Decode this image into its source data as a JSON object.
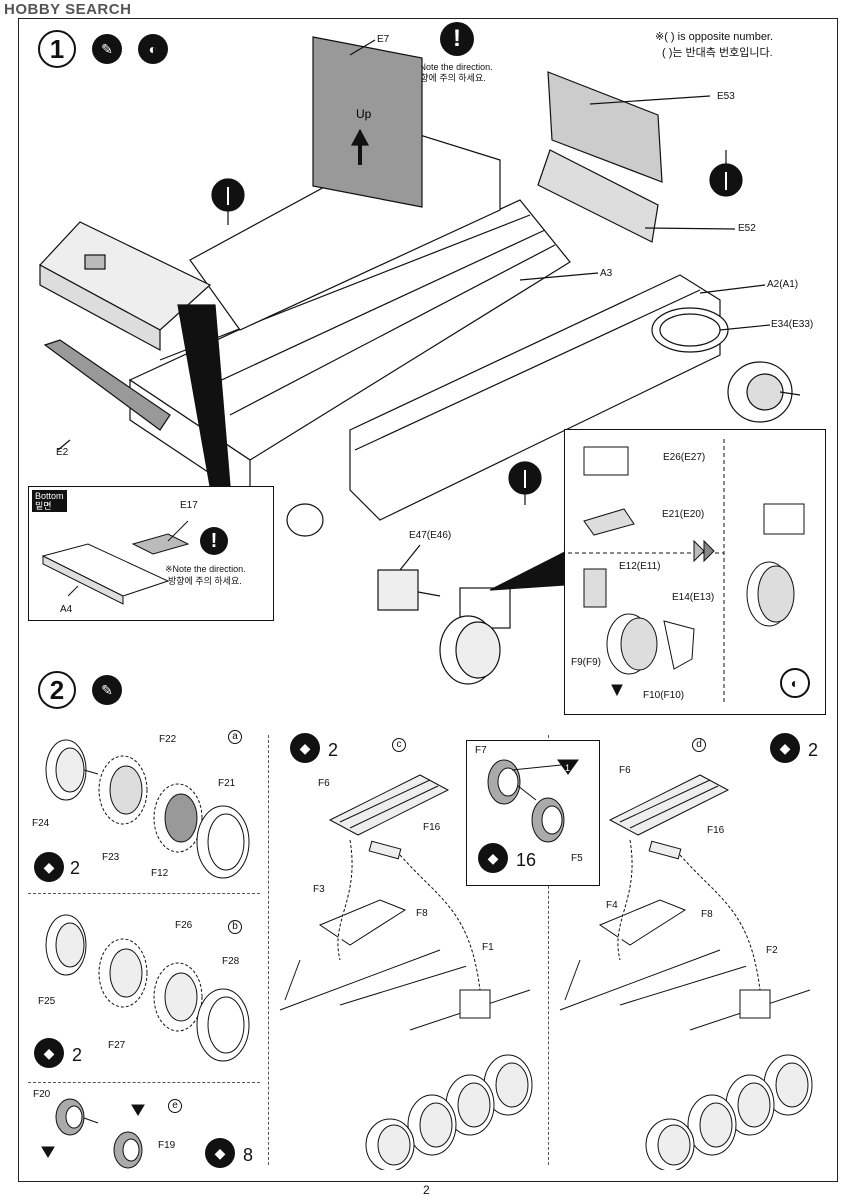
{
  "header": {
    "watermark": "HOBBY SEARCH",
    "opposite_note_en": "※( ) is opposite number.",
    "opposite_note_ko": "( )는 반대측 번호입니다."
  },
  "step1": {
    "number": "1",
    "direction_note_en": "※Note the direction.",
    "direction_note_ko": "방향에 주의 하세요.",
    "up_label": "Up",
    "labels": {
      "e7": "E7",
      "e53": "E53",
      "e52": "E52",
      "a3": "A3",
      "a2": "A2(A1)",
      "e34": "E34(E33)",
      "e2": "E2",
      "e47": "E47(E46)",
      "e26": "E26(E27)",
      "e21": "E21(E20)",
      "e12": "E12(E11)",
      "e14": "E14(E13)",
      "f9": "F9(F9)",
      "f10": "F10(F10)"
    },
    "bottom_inset": {
      "tag_en": "Bottom",
      "tag_ko": "밑면",
      "e17": "E17",
      "a4": "A4",
      "note_en": "※Note the direction.",
      "note_ko": "방향에 주의 하세요."
    }
  },
  "step2": {
    "number": "2",
    "sub_a": {
      "marker": "a",
      "labels": [
        "F22",
        "F21",
        "F24",
        "F23",
        "F12"
      ],
      "count": "2"
    },
    "sub_b": {
      "marker": "b",
      "labels": [
        "F26",
        "F28",
        "F25",
        "F27"
      ],
      "count": "2"
    },
    "sub_e": {
      "marker": "e",
      "labels": [
        "F20",
        "F19"
      ],
      "count": "8"
    },
    "sub_c": {
      "marker": "c",
      "count": "2",
      "labels": [
        "F6",
        "F16",
        "F3",
        "F8",
        "F1"
      ]
    },
    "sub_d": {
      "marker": "d",
      "count": "2",
      "labels": [
        "F6",
        "F16",
        "F4",
        "F8",
        "F2"
      ]
    },
    "wheel_box": {
      "labels": [
        "F7",
        "F5"
      ],
      "count": "16",
      "ref": "1"
    }
  },
  "footer": {
    "page_number": "2"
  }
}
